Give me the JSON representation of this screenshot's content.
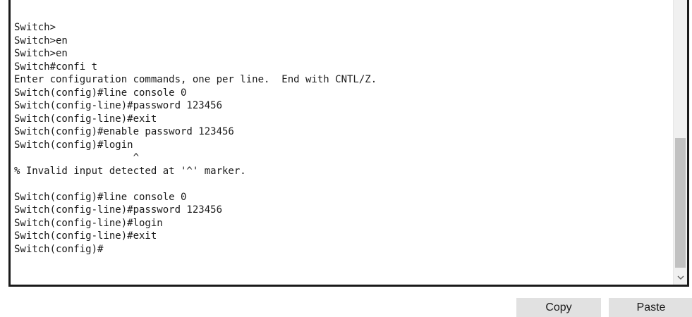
{
  "terminal": {
    "lines": [
      "Switch>",
      "Switch>en",
      "Switch>en",
      "Switch#confi t",
      "Enter configuration commands, one per line.  End with CNTL/Z.",
      "Switch(config)#line console 0",
      "Switch(config-line)#password 123456",
      "Switch(config-line)#exit",
      "Switch(config)#enable password 123456",
      "Switch(config)#login",
      "                    ^",
      "% Invalid input detected at '^' marker.",
      "",
      "Switch(config)#line console 0",
      "Switch(config-line)#password 123456",
      "Switch(config-line)#login",
      "Switch(config-line)#exit",
      "Switch(config)#"
    ]
  },
  "buttons": {
    "copy_label": "Copy",
    "paste_label": "Paste"
  },
  "icons": {
    "scroll_down": "chevron-down-icon"
  },
  "colors": {
    "text": "#1a1a1a",
    "button_bg": "#e1e1e1",
    "scrollbar_track": "#f0f0f0",
    "scrollbar_thumb": "#c1c1c1"
  }
}
